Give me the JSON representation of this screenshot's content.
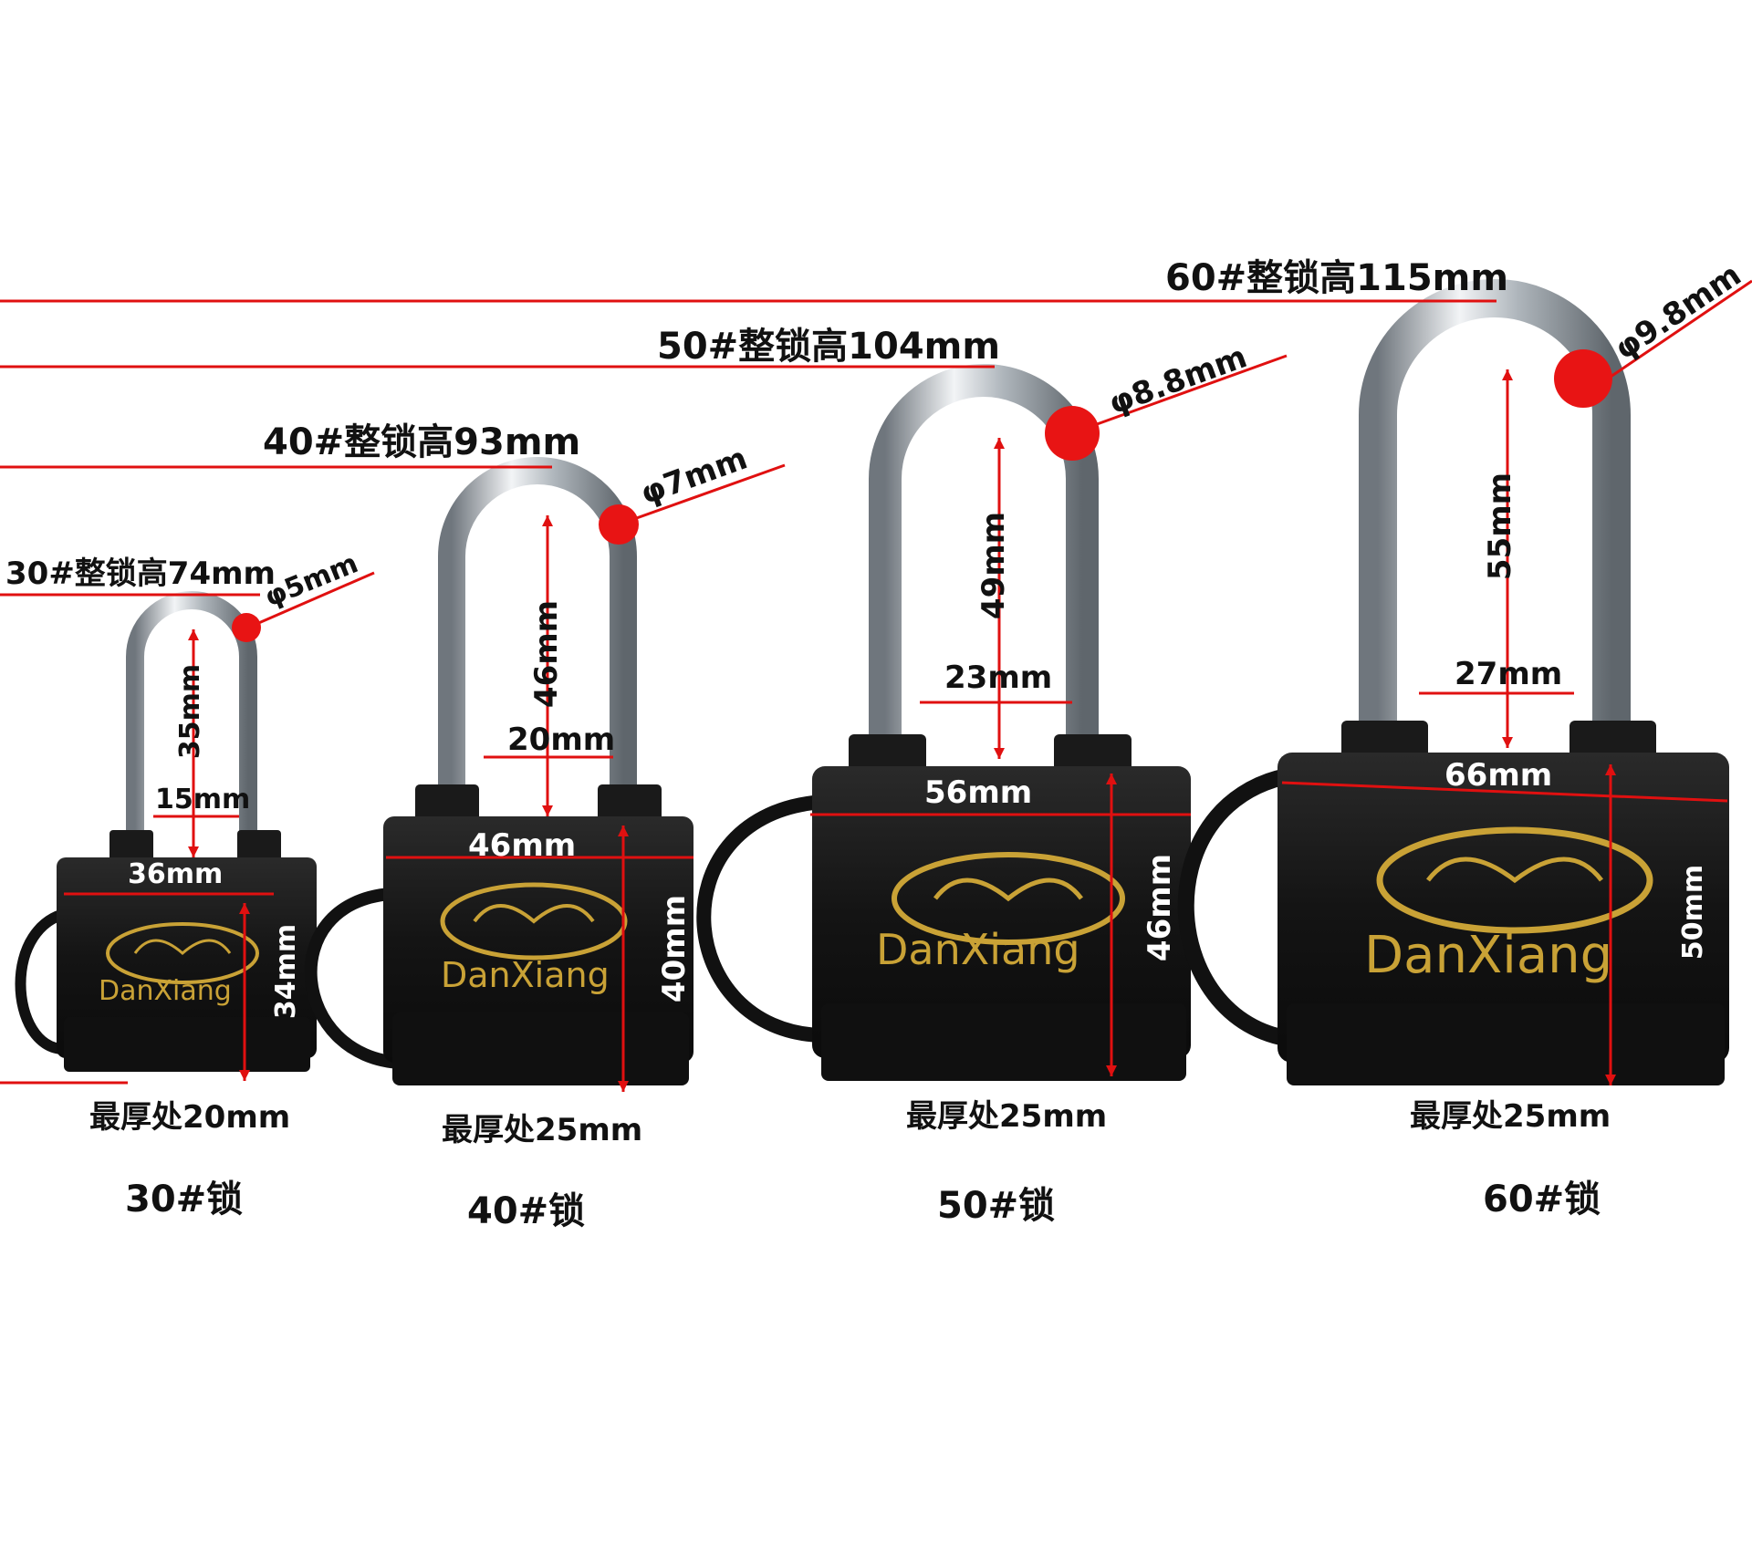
{
  "colors": {
    "dimension_line": "#e01010",
    "brand_gold": "#c9a236",
    "lock_body": "#151515",
    "shackle": "#c9ced3"
  },
  "brand": "DanXiang",
  "locks": [
    {
      "model": "30#锁",
      "total_height": "30#整锁高74mm",
      "shackle_diameter": "φ5mm",
      "shackle_height": "35mm",
      "shackle_inner_width": "15mm",
      "body_width": "36mm",
      "body_height": "34mm",
      "thickness": "最厚处20mm"
    },
    {
      "model": "40#锁",
      "total_height": "40#整锁高93mm",
      "shackle_diameter": "φ7mm",
      "shackle_height": "46mm",
      "shackle_inner_width": "20mm",
      "body_width": "46mm",
      "body_height": "40mm",
      "thickness": "最厚处25mm"
    },
    {
      "model": "50#锁",
      "total_height": "50#整锁高104mm",
      "shackle_diameter": "φ8.8mm",
      "shackle_height": "49mm",
      "shackle_inner_width": "23mm",
      "body_width": "56mm",
      "body_height": "46mm",
      "thickness": "最厚处25mm"
    },
    {
      "model": "60#锁",
      "total_height": "60#整锁高115mm",
      "shackle_diameter": "φ9.8mm",
      "shackle_height": "55mm",
      "shackle_inner_width": "27mm",
      "body_width": "66mm",
      "body_height": "50mm",
      "thickness": "最厚处25mm"
    }
  ]
}
